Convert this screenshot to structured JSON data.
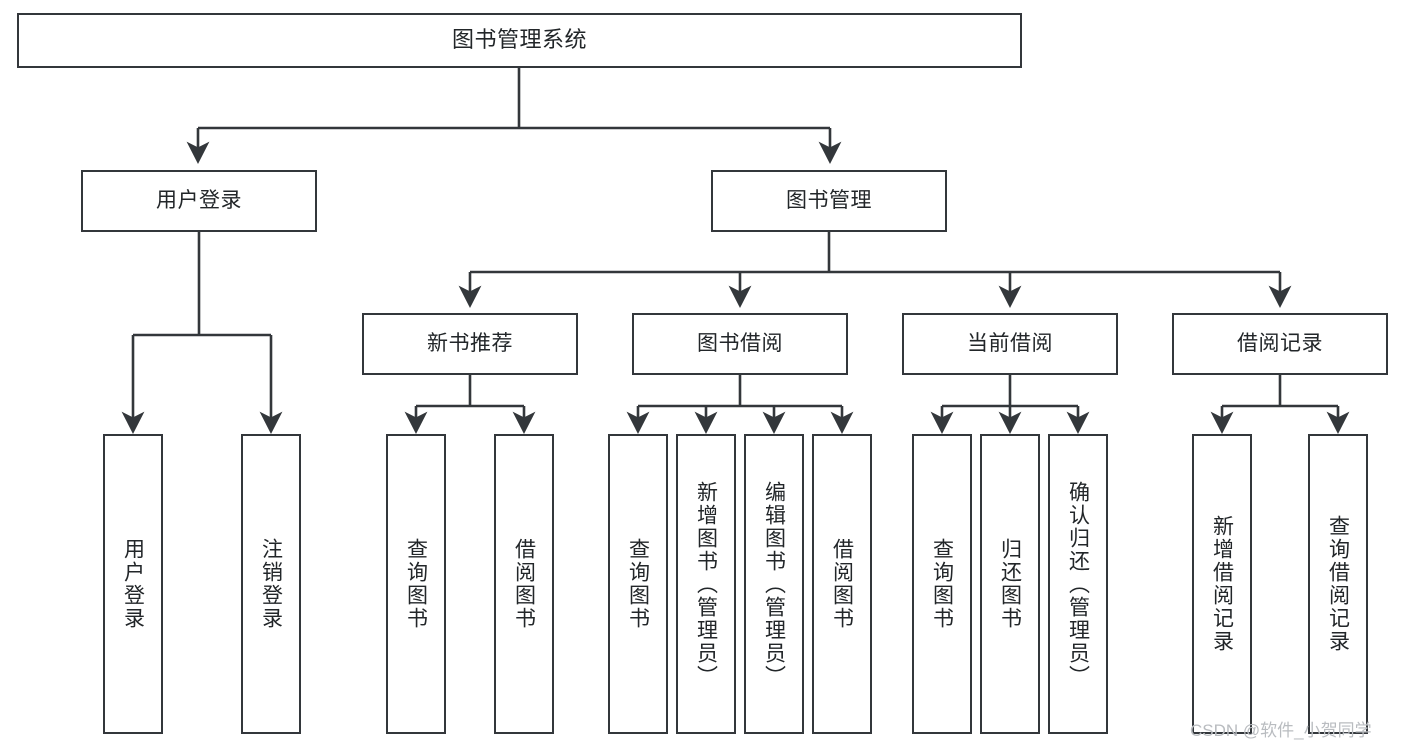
{
  "diagram": {
    "type": "tree",
    "title": "图书管理系统",
    "colors": {
      "stroke": "#33373b",
      "fill": "#ffffff",
      "text": "#222629",
      "watermark": "#b9bcc0"
    },
    "nodes": {
      "root": {
        "label": "图书管理系统"
      },
      "level2": [
        {
          "id": "user-login",
          "label": "用户登录"
        },
        {
          "id": "book-manage",
          "label": "图书管理"
        }
      ],
      "level3": [
        {
          "id": "new-book-recommend",
          "label": "新书推荐"
        },
        {
          "id": "book-borrow",
          "label": "图书借阅"
        },
        {
          "id": "current-borrow",
          "label": "当前借阅"
        },
        {
          "id": "borrow-record",
          "label": "借阅记录"
        }
      ],
      "leaves": {
        "user-login": [
          {
            "id": "leaf-user-login",
            "label": "用户登录"
          },
          {
            "id": "leaf-user-logout",
            "label": "注销登录"
          }
        ],
        "new-book-recommend": [
          {
            "id": "leaf-query-book-1",
            "label": "查询图书"
          },
          {
            "id": "leaf-borrow-book-1",
            "label": "借阅图书"
          }
        ],
        "book-borrow": [
          {
            "id": "leaf-query-book-2",
            "label": "查询图书"
          },
          {
            "id": "leaf-add-book",
            "label": "新增图书（管理员）"
          },
          {
            "id": "leaf-edit-book",
            "label": "编辑图书（管理员）"
          },
          {
            "id": "leaf-borrow-book-2",
            "label": "借阅图书"
          }
        ],
        "current-borrow": [
          {
            "id": "leaf-query-book-3",
            "label": "查询图书"
          },
          {
            "id": "leaf-return-book",
            "label": "归还图书"
          },
          {
            "id": "leaf-confirm-return",
            "label": "确认归还（管理员）"
          }
        ],
        "borrow-record": [
          {
            "id": "leaf-add-record",
            "label": "新增借阅记录"
          },
          {
            "id": "leaf-query-record",
            "label": "查询借阅记录"
          }
        ]
      }
    },
    "watermark": "CSDN @软件_小贺同学"
  }
}
